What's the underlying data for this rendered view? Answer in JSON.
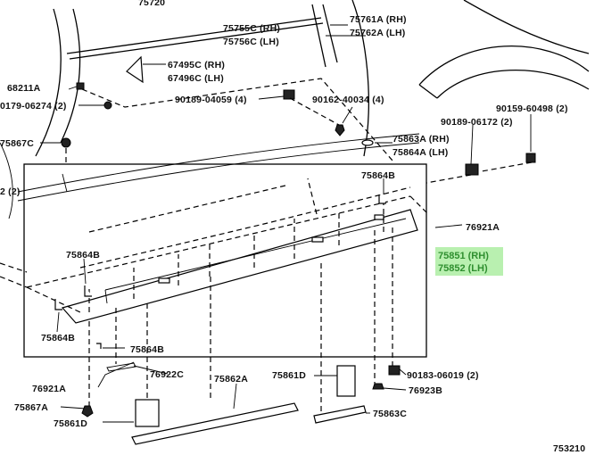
{
  "diagram_id": "753210",
  "highlight_color": "#b9f0b0",
  "labels": {
    "l75720": "75720",
    "l75755c": "75755C (RH)",
    "l75756c": "75756C (LH)",
    "l75761a": "75761A (RH)",
    "l75762a": "75762A (LH)",
    "l67495c": "67495C (RH)",
    "l67496c": "67496C (LH)",
    "l68211a": "68211A",
    "l90179": "0179-06274 (2)",
    "l90189a": "90189-04059 (4)",
    "l90162": "90162-40034 (4)",
    "l90159": "90159-60498 (2)",
    "l90189b": "90189-06172 (2)",
    "l75867c": "75867C",
    "l75863a": "75863A (RH)",
    "l75864a": "75864A (LH)",
    "l75864b_top": "75864B",
    "l2": "2 (2)",
    "l76921a_r": "76921A",
    "l75851": "75851 (RH)",
    "l75852": "75852 (LH)",
    "l75864b_l": "75864B",
    "l75864b_bl": "75864B",
    "l75864b_b": "75864B",
    "l76922c": "76922C",
    "l75862a": "75862A",
    "l75861d_r": "75861D",
    "l90183": "90183-06019 (2)",
    "l76921a_l": "76921A",
    "l76923b": "76923B",
    "l75867a": "75867A",
    "l75861d_l": "75861D",
    "l75863c": "75863C"
  }
}
